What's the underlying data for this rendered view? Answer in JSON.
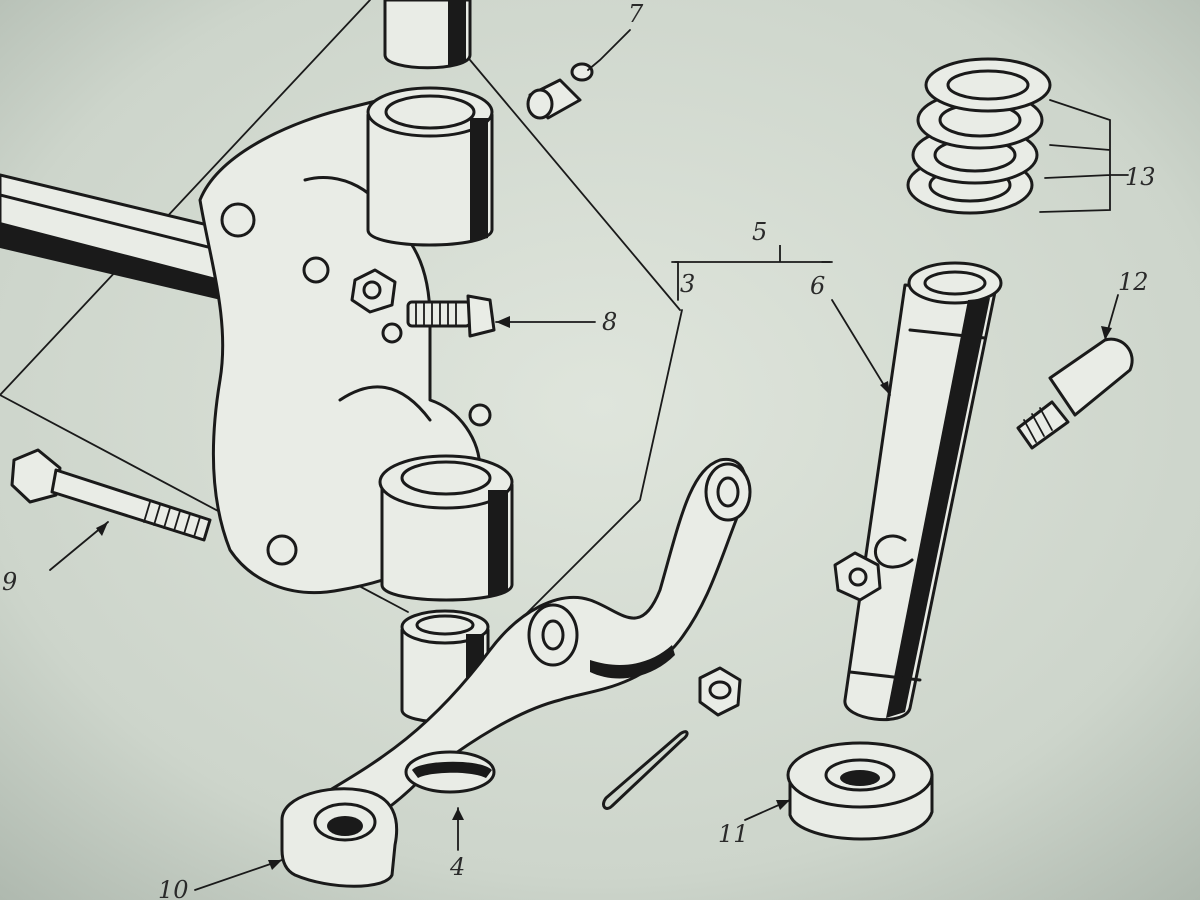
{
  "diagram": {
    "callouts": [
      {
        "id": "part-7",
        "text": "7"
      },
      {
        "id": "part-13",
        "text": "13"
      },
      {
        "id": "part-5",
        "text": "5"
      },
      {
        "id": "part-3",
        "text": "3"
      },
      {
        "id": "part-6",
        "text": "6"
      },
      {
        "id": "part-8",
        "text": "8"
      },
      {
        "id": "part-12",
        "text": "12"
      },
      {
        "id": "part-9",
        "text": "9"
      },
      {
        "id": "part-11",
        "text": "11"
      },
      {
        "id": "part-4",
        "text": "4"
      },
      {
        "id": "part-10",
        "text": "10"
      }
    ]
  }
}
